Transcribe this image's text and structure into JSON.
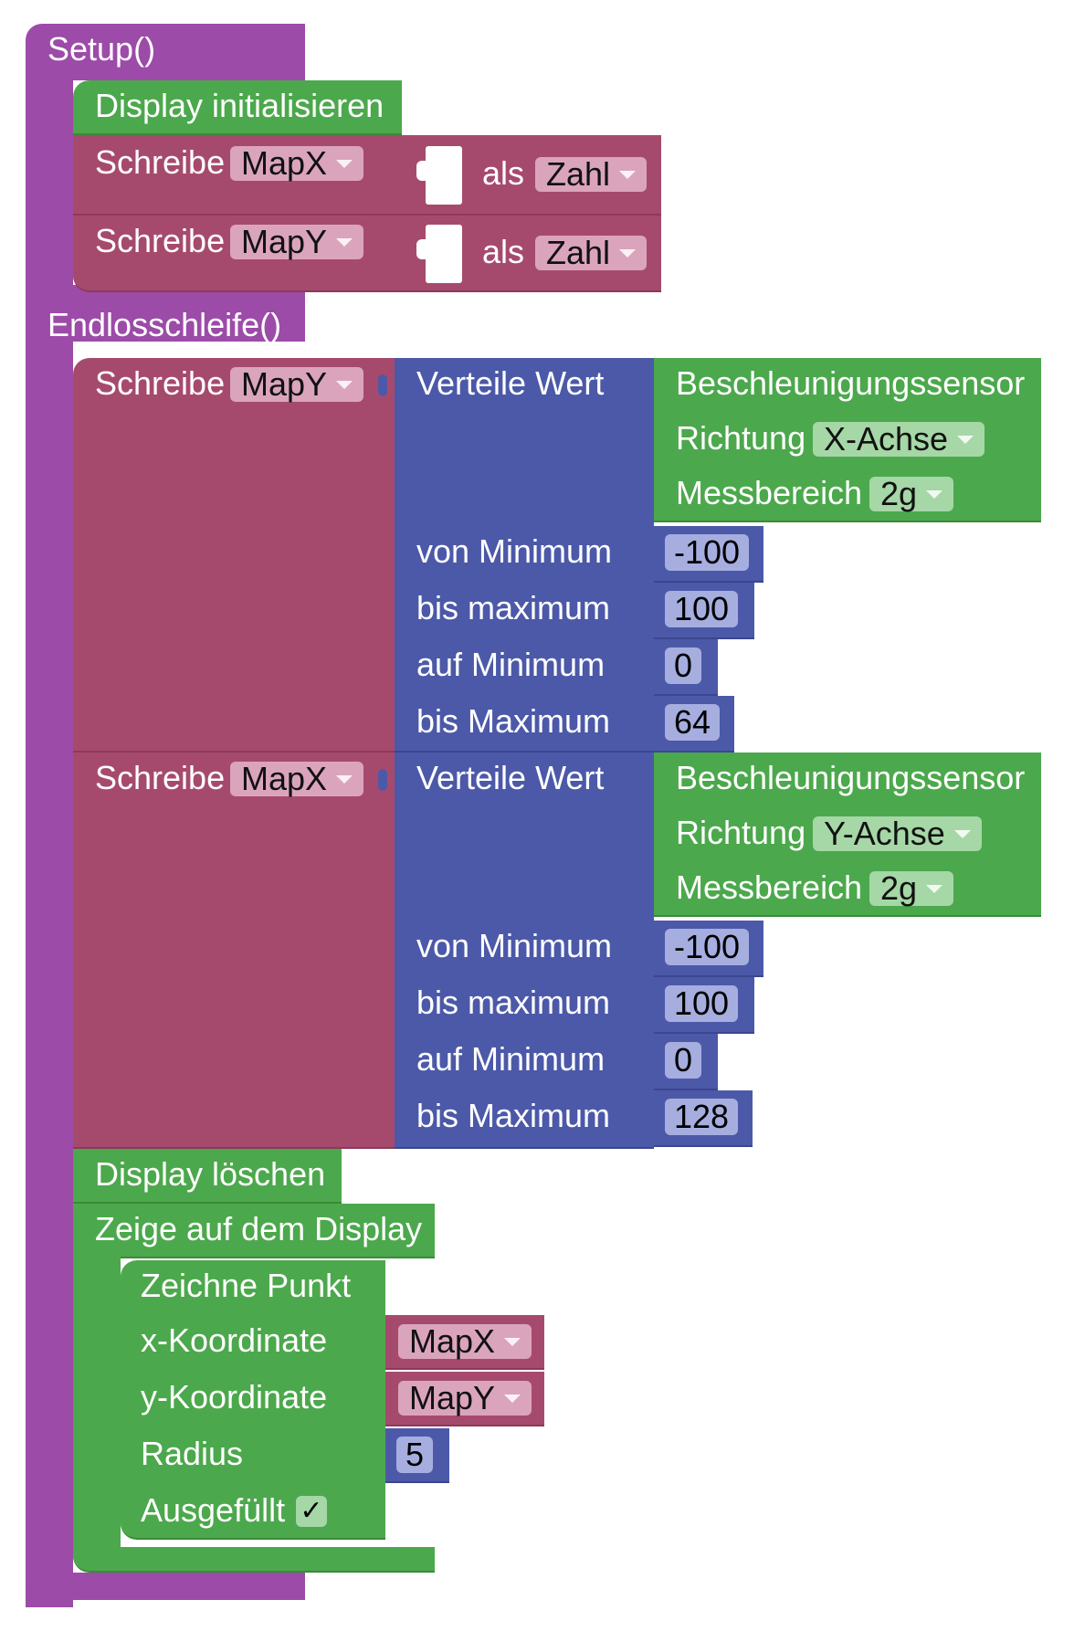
{
  "setup": {
    "label": "Setup()",
    "display_init": "Display initialisieren",
    "write1": {
      "label": "Schreibe",
      "var": "MapX",
      "as": "als",
      "type": "Zahl"
    },
    "write2": {
      "label": "Schreibe",
      "var": "MapY",
      "as": "als",
      "type": "Zahl"
    }
  },
  "loop": {
    "label": "Endlosschleife()",
    "map1": {
      "write_label": "Schreibe",
      "var": "MapY",
      "map_label": "Verteile Wert",
      "sensor": {
        "label": "Beschleunigungssensor",
        "direction_label": "Richtung",
        "direction": "X-Achse",
        "range_label": "Messbereich",
        "range": "2g"
      },
      "from_min_label": "von Minimum",
      "from_min": "-100",
      "from_max_label": "bis maximum",
      "from_max": "100",
      "to_min_label": "auf Minimum",
      "to_min": "0",
      "to_max_label": "bis Maximum",
      "to_max": "64"
    },
    "map2": {
      "write_label": "Schreibe",
      "var": "MapX",
      "map_label": "Verteile Wert",
      "sensor": {
        "label": "Beschleunigungssensor",
        "direction_label": "Richtung",
        "direction": "Y-Achse",
        "range_label": "Messbereich",
        "range": "2g"
      },
      "from_min_label": "von Minimum",
      "from_min": "-100",
      "from_max_label": "bis maximum",
      "from_max": "100",
      "to_min_label": "auf Minimum",
      "to_min": "0",
      "to_max_label": "bis Maximum",
      "to_max": "128"
    },
    "clear": "Display löschen",
    "show": "Zeige auf dem Display",
    "point": {
      "label": "Zeichne Punkt",
      "x_label": "x-Koordinate",
      "x_var": "MapX",
      "y_label": "y-Koordinate",
      "y_var": "MapY",
      "radius_label": "Radius",
      "radius": "5",
      "filled_label": "Ausgefüllt",
      "filled_mark": "✓"
    }
  },
  "colors": {
    "procedure": "#9c4ba8",
    "display": "#4ca84c",
    "variable": "#a64a6d",
    "math": "#4c59a8"
  }
}
